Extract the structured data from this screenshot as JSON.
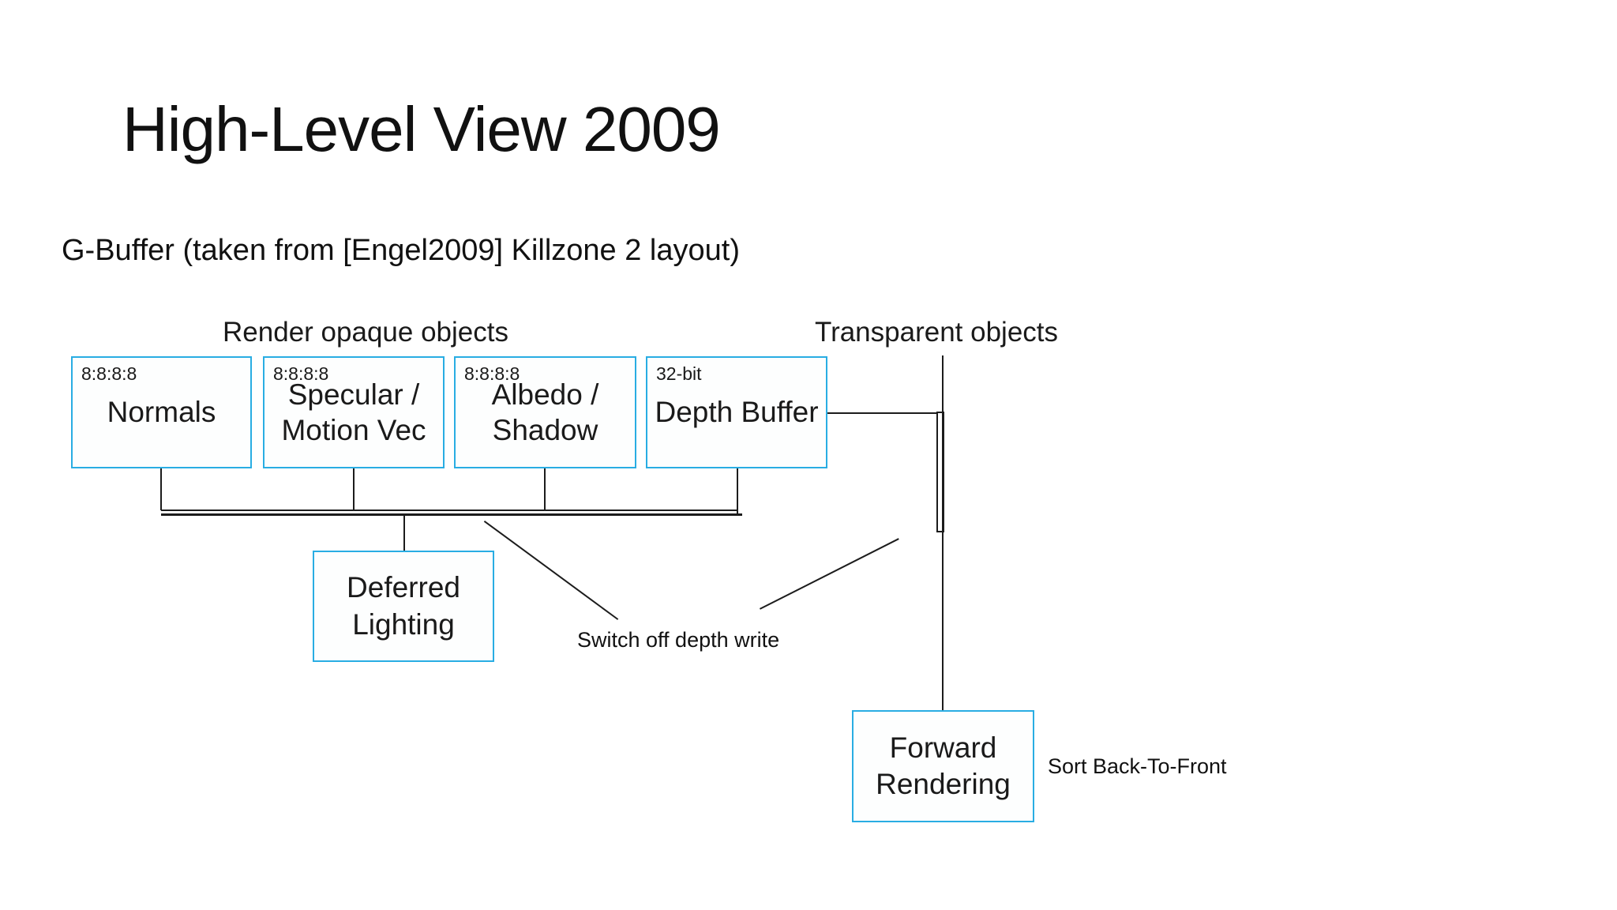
{
  "slide": {
    "title": "High-Level View 2009",
    "subtitle": "G-Buffer (taken from [Engel2009] Killzone 2 layout)",
    "colors": {
      "background": "#ffffff",
      "accent_box_border": "#29ade3",
      "line": "#1c1c1c",
      "text": "#111111"
    },
    "section_labels": {
      "opaque": "Render opaque objects",
      "transparent": "Transparent objects"
    },
    "gbuffer_boxes": [
      {
        "format": "8:8:8:8",
        "lines": [
          "Normals"
        ]
      },
      {
        "format": "8:8:8:8",
        "lines": [
          "Specular /",
          "Motion Vec"
        ]
      },
      {
        "format": "8:8:8:8",
        "lines": [
          "Albedo /",
          "Shadow"
        ]
      },
      {
        "format": "32-bit",
        "lines": [
          "Depth Buffer"
        ]
      }
    ],
    "process_boxes": {
      "deferred": {
        "lines": [
          "Deferred",
          "Lighting"
        ]
      },
      "forward": {
        "lines": [
          "Forward",
          "Rendering"
        ]
      }
    },
    "annotations": {
      "switch_off_depth_write": "Switch off depth write",
      "sort_back_to_front": "Sort Back-To-Front"
    }
  }
}
